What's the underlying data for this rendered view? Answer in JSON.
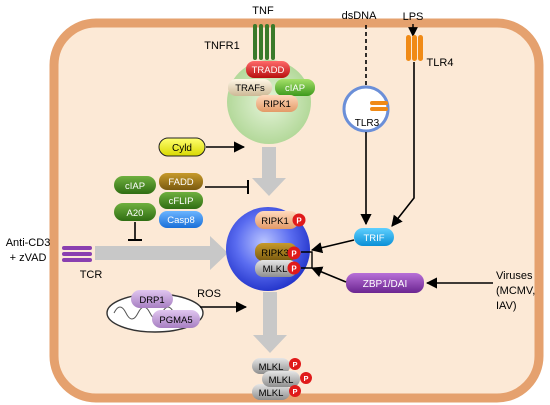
{
  "outside": {
    "tnf": "TNF",
    "tnfr1": "TNFR1",
    "dsdna": "dsDNA",
    "lps": "LPS",
    "tlr4": "TLR4",
    "anti_cd3_line1": "Anti-CD3",
    "anti_cd3_line2": "+ zVAD",
    "tcr": "TCR",
    "viruses_line1": "Viruses",
    "viruses_line2": "(MCMV,",
    "viruses_line3": "IAV)"
  },
  "complex": {
    "tradd": "TRADD",
    "trafs": "TRAFs",
    "ciap": "cIAP",
    "ripk1": "RIPK1"
  },
  "tlr3": "TLR3",
  "cyld": "Cyld",
  "inhibitors": {
    "ciap": "cIAP",
    "fadd": "FADD",
    "cflip": "cFLIP",
    "casp8": "Casp8",
    "a20": "A20"
  },
  "necrosome": {
    "ripk1": "RIPK1",
    "ripk3": "RIPK3",
    "mlkl": "MLKL",
    "p": "P"
  },
  "trif": "TRIF",
  "zbp1": "ZBP1/DAI",
  "mito": {
    "drp1": "DRP1",
    "pgma5": "PGMA5",
    "ros": "ROS"
  },
  "oligomer": {
    "mlkl1": "MLKL",
    "mlkl2": "MLKL",
    "mlkl3": "MLKL",
    "p": "P"
  },
  "colors": {
    "membrane": "#e5a16e",
    "cytoplasm": "#fce9d6",
    "complex_i": "#c7e3b1",
    "necrosome": "#3d4fe0",
    "receptor_green": "#3a7a2a",
    "tlr4_orange": "#f08a16",
    "tcr_purple": "#8a3fb0",
    "gray_arrow": "#c8c8c8",
    "phospho": "#e01a1a"
  }
}
